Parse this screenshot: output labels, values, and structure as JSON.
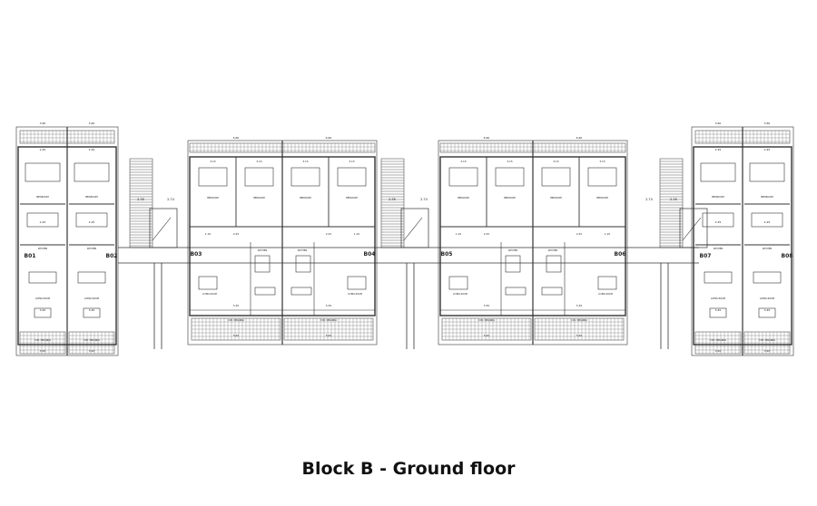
{
  "title": "Block B - Ground floor",
  "units": [
    {
      "label": "B01"
    },
    {
      "label": "B02"
    },
    {
      "label": "B03"
    },
    {
      "label": "B04"
    },
    {
      "label": "B05"
    },
    {
      "label": "B06"
    },
    {
      "label": "B07"
    },
    {
      "label": "B08"
    }
  ],
  "rooms": {
    "bedroom": "BEDROOM",
    "kitchen": "KITCHEN",
    "living": "LIVING ROOM",
    "veranda": "COV. VERANDA"
  },
  "dimensions": {
    "narrow_width": "3.60",
    "wide_width": "6.60",
    "bedroom_narrow": "2.45",
    "bedroom_wide": "3.15",
    "bath": "2.25",
    "hall": "1.10",
    "living_narrow": "3.45",
    "living_wide": "5.30",
    "veranda_narrow": "3.20",
    "veranda_wide": "5.40",
    "stair_a": "2.35",
    "stair_b": "2.74"
  }
}
